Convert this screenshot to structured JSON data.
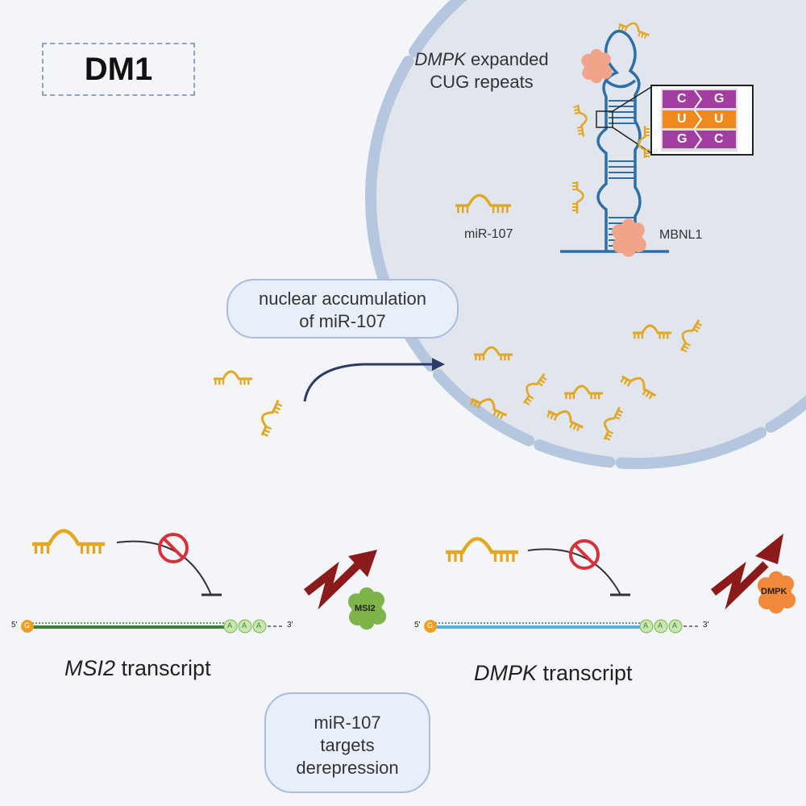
{
  "badge": {
    "title": "DM1"
  },
  "nucleus": {
    "repeat_label_gene": "DMPK",
    "repeat_label_rest": " expanded",
    "repeat_label_line2": "CUG repeats",
    "mirna_label": "miR-107",
    "protein_label": "MBNL1",
    "base_pairs": [
      [
        "C",
        "G"
      ],
      [
        "U",
        "U"
      ],
      [
        "G",
        "C"
      ]
    ]
  },
  "accumulation_bubble": {
    "line1": "nuclear accumulation",
    "line2": "of miR-107"
  },
  "msi2_panel": {
    "gene": "MSI2",
    "suffix": " transcript",
    "protein_label": "MSI2",
    "five_prime": "5'",
    "three_prime": "3'",
    "cap": "G",
    "polya": [
      "A",
      "A",
      "A"
    ]
  },
  "dmpk_panel": {
    "gene": "DMPK",
    "suffix": " transcript",
    "protein_label": "DMPK",
    "five_prime": "5'",
    "three_prime": "3'",
    "cap": "G",
    "polya": [
      "A",
      "A",
      "A"
    ]
  },
  "targets_bubble": {
    "line1": "miR-107",
    "line2": "targets",
    "line3": "derepression"
  },
  "colors": {
    "mirna": "#e3a722",
    "rna": "#2e6fa8",
    "mbnl1": "#f0a58a",
    "nucleus_fill": "#e1e6ee",
    "nucleus_edge": "#a9bdd9",
    "inhibit": "#d8313a",
    "up_arrow": "#8b1a1a",
    "msi2_rna": "#3b7d3b",
    "dmpk_rna": "#5aaedc",
    "msi2_protein": "#7fb44b",
    "dmpk_protein": "#f08a3a"
  }
}
